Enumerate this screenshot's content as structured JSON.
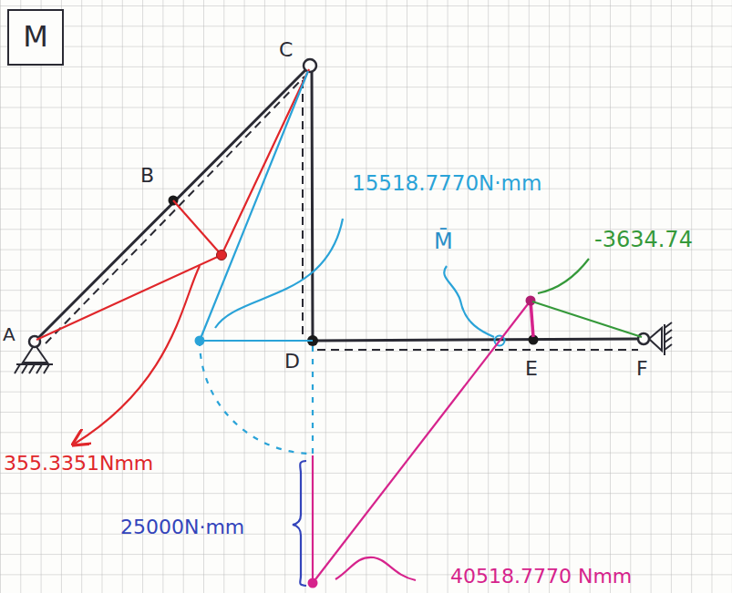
{
  "diagram": {
    "nodes": [
      {
        "text": [
          "M"
        ]
      }
    ],
    "labels": [
      "C",
      "B",
      "15518.7770N·mm",
      "M̄",
      "-3634.74",
      "A",
      "D",
      "E",
      "F",
      "355.3351Nmm",
      "25000N·mm",
      "40518.7770 Nmm"
    ]
  }
}
